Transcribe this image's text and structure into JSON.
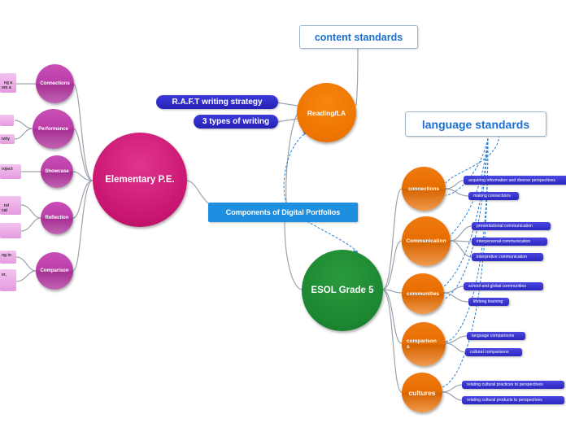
{
  "central": {
    "label": "Components of Digital Portfolios"
  },
  "elementary": {
    "label": "Elementary P.E.",
    "children": [
      {
        "label": "Connections",
        "leaves": [
          "ng a\nom a"
        ]
      },
      {
        "label": "Performance",
        "leaves": [
          "",
          "ivity"
        ]
      },
      {
        "label": "Showcase",
        "leaves": [
          "roject"
        ]
      },
      {
        "label": "Reflection",
        "leaves": [
          "nd\ncal",
          ""
        ]
      },
      {
        "label": "Comparison",
        "leaves": [
          "ng in",
          "er,"
        ]
      }
    ]
  },
  "reading": {
    "label": "Reading/LA",
    "pills": [
      "R.A.F.T writing strategy",
      "3 types of writing"
    ],
    "standard": "content standards"
  },
  "esol": {
    "label": "ESOL Grade 5",
    "standard": "language standards",
    "children": [
      {
        "label": "connections",
        "items": [
          "acquiring information and diverse perspectives",
          "making connections"
        ]
      },
      {
        "label": "Communication",
        "items": [
          "presentational communication",
          "interpersonal communication",
          "interpretive communication"
        ]
      },
      {
        "label": "communities",
        "items": [
          "school and global communities",
          "lifelong learning"
        ]
      },
      {
        "label": "comparison\ns",
        "items": [
          "language comparisons",
          "cultural comparisons"
        ]
      },
      {
        "label": "cultures",
        "items": [
          "relating cultural practices to perspectives",
          "relating cultural products to perspectives"
        ]
      }
    ]
  },
  "colors": {
    "pink": "#c8156f",
    "green": "#1b8731",
    "orange": "#ed7400",
    "blue": "#1e8fe0",
    "pill": "#2b27c0"
  }
}
